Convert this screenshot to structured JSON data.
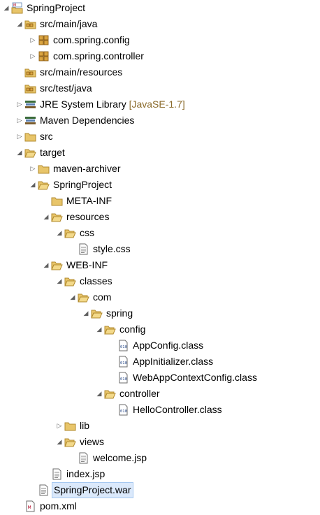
{
  "tree": {
    "nodes": [
      {
        "label": "SpringProject",
        "icon": "maven-project-icon",
        "arrow": "expanded",
        "depth": 0
      },
      {
        "label": "src/main/java",
        "icon": "source-folder-icon",
        "arrow": "expanded",
        "depth": 1
      },
      {
        "label": "com.spring.config",
        "icon": "package-icon",
        "arrow": "collapsed",
        "depth": 2
      },
      {
        "label": "com.spring.controller",
        "icon": "package-icon",
        "arrow": "collapsed",
        "depth": 2
      },
      {
        "label": "src/main/resources",
        "icon": "source-folder-icon",
        "arrow": "none",
        "depth": 1
      },
      {
        "label": "src/test/java",
        "icon": "source-folder-icon",
        "arrow": "none",
        "depth": 1
      },
      {
        "label": "JRE System Library",
        "suffix": "[JavaSE-1.7]",
        "icon": "library-icon",
        "arrow": "collapsed",
        "depth": 1
      },
      {
        "label": "Maven Dependencies",
        "icon": "library-icon",
        "arrow": "collapsed",
        "depth": 1
      },
      {
        "label": "src",
        "icon": "folder-icon",
        "arrow": "collapsed",
        "depth": 1
      },
      {
        "label": "target",
        "icon": "folder-open-icon",
        "arrow": "expanded",
        "depth": 1
      },
      {
        "label": "maven-archiver",
        "icon": "folder-icon",
        "arrow": "collapsed",
        "depth": 2
      },
      {
        "label": "SpringProject",
        "icon": "folder-open-icon",
        "arrow": "expanded",
        "depth": 2
      },
      {
        "label": "META-INF",
        "icon": "folder-icon",
        "arrow": "none",
        "depth": 3
      },
      {
        "label": "resources",
        "icon": "folder-open-icon",
        "arrow": "expanded",
        "depth": 3
      },
      {
        "label": "css",
        "icon": "folder-open-icon",
        "arrow": "expanded",
        "depth": 4
      },
      {
        "label": "style.css",
        "icon": "text-file-icon",
        "arrow": "none",
        "depth": 5
      },
      {
        "label": "WEB-INF",
        "icon": "folder-open-icon",
        "arrow": "expanded",
        "depth": 3
      },
      {
        "label": "classes",
        "icon": "folder-open-icon",
        "arrow": "expanded",
        "depth": 4
      },
      {
        "label": "com",
        "icon": "folder-open-icon",
        "arrow": "expanded",
        "depth": 5
      },
      {
        "label": "spring",
        "icon": "folder-open-icon",
        "arrow": "expanded",
        "depth": 6
      },
      {
        "label": "config",
        "icon": "folder-open-icon",
        "arrow": "expanded",
        "depth": 7
      },
      {
        "label": "AppConfig.class",
        "icon": "class-file-icon",
        "arrow": "none",
        "depth": 8
      },
      {
        "label": "AppInitializer.class",
        "icon": "class-file-icon",
        "arrow": "none",
        "depth": 8
      },
      {
        "label": "WebAppContextConfig.class",
        "icon": "class-file-icon",
        "arrow": "none",
        "depth": 8
      },
      {
        "label": "controller",
        "icon": "folder-open-icon",
        "arrow": "expanded",
        "depth": 7
      },
      {
        "label": "HelloController.class",
        "icon": "class-file-icon",
        "arrow": "none",
        "depth": 8
      },
      {
        "label": "lib",
        "icon": "folder-icon",
        "arrow": "collapsed",
        "depth": 4
      },
      {
        "label": "views",
        "icon": "folder-open-icon",
        "arrow": "expanded",
        "depth": 4
      },
      {
        "label": "welcome.jsp",
        "icon": "text-file-icon",
        "arrow": "none",
        "depth": 5
      },
      {
        "label": "index.jsp",
        "icon": "text-file-icon",
        "arrow": "none",
        "depth": 3
      },
      {
        "label": "SpringProject.war",
        "icon": "text-file-icon",
        "arrow": "none",
        "depth": 2,
        "selected": true
      },
      {
        "label": "pom.xml",
        "icon": "xml-file-icon",
        "arrow": "none",
        "depth": 1
      }
    ]
  },
  "colors": {
    "folder": "#e8c56a",
    "folder_edge": "#b28a2e",
    "package": "#d9a441",
    "library": "#5a7fb0",
    "selection": "#dbe9fb"
  }
}
